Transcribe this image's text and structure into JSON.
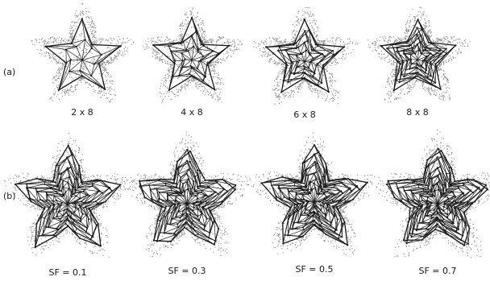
{
  "figure": {
    "rows": [
      {
        "label": "(a)",
        "panels": [
          {
            "caption": "2 x 8",
            "rings": 2,
            "points_per_ring": 8
          },
          {
            "caption": "4 x 8",
            "rings": 4,
            "points_per_ring": 8
          },
          {
            "caption": "6 x 8",
            "rings": 6,
            "points_per_ring": 8
          },
          {
            "caption": "8 x 8",
            "rings": 8,
            "points_per_ring": 8
          }
        ]
      },
      {
        "label": "(b)",
        "panels": [
          {
            "caption": "SF = 0.1",
            "sf": 0.1
          },
          {
            "caption": "SF = 0.3",
            "sf": 0.3
          },
          {
            "caption": "SF = 0.5",
            "sf": 0.5
          },
          {
            "caption": "SF = 0.7",
            "sf": 0.7
          }
        ]
      }
    ]
  },
  "colors": {
    "mesh": "#1a1a1a",
    "scatter": "#8a8a8a",
    "background": "#ffffff"
  }
}
